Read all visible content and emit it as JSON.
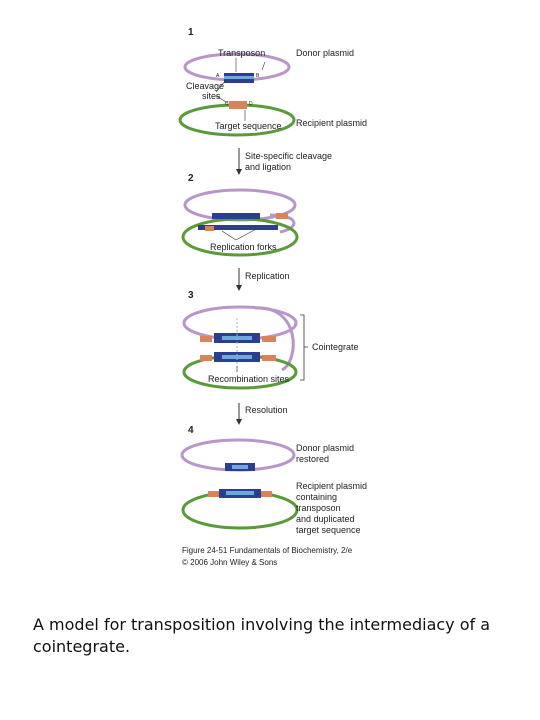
{
  "colors": {
    "donor_plasmid": "#b896c8",
    "recipient_plasmid": "#5a9a3a",
    "transposon_dark": "#2b3f8f",
    "transposon_light": "#6fa8dc",
    "target_sequence": "#d9835b"
  },
  "panels": {
    "p1": {
      "number": "1",
      "transposon": "Transposon",
      "donor_plasmid": "Donor plasmid",
      "cleavage_line1": "Cleavage",
      "cleavage_line2": "sites",
      "target_sequence": "Target sequence",
      "recipient_plasmid": "Recipient plasmid",
      "marks": [
        "A",
        "B",
        "C",
        "D"
      ]
    },
    "arrow1_line1": "Site-specific cleavage",
    "arrow1_line2": "and ligation",
    "p2": {
      "number": "2",
      "replication_forks": "Replication forks"
    },
    "arrow2": "Replication",
    "p3": {
      "number": "3",
      "cointegrate": "Cointegrate",
      "recombination_sites": "Recombination sites"
    },
    "arrow3": "Resolution",
    "p4": {
      "number": "4",
      "donor_line1": "Donor plasmid",
      "donor_line2": "restored",
      "recipient_lines": [
        "Recipient plasmid",
        "containing",
        "transposon",
        "and duplicated",
        "target sequence"
      ]
    }
  },
  "credit_line1": "Figure 24-51  Fundamentals of Biochemistry, 2/e",
  "credit_line2": "© 2006 John Wiley & Sons",
  "caption": "A model for transposition involving the intermediacy of a cointegrate."
}
